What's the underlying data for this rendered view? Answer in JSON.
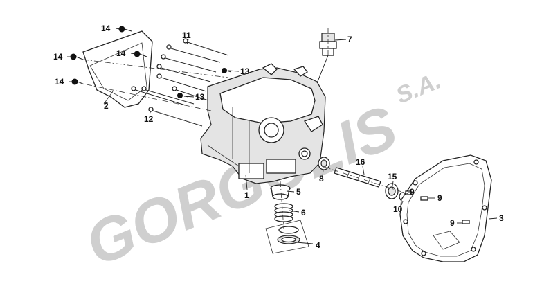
{
  "watermark": {
    "brand": "GORGOLIS",
    "suffix": "S.A.",
    "color": "#cfcfcf"
  },
  "callouts": {
    "c1": "1",
    "c2": "2",
    "c3": "3",
    "c4": "4",
    "c5": "5",
    "c6": "6",
    "c7": "7",
    "c8": "8",
    "c9a": "9",
    "c9b": "9",
    "c9c": "9",
    "c10": "10",
    "c11": "11",
    "c12": "12",
    "c13a": "13",
    "c13b": "13",
    "c14a": "14",
    "c14b": "14",
    "c14c": "14",
    "c14d": "14",
    "c15": "15",
    "c16": "16"
  }
}
